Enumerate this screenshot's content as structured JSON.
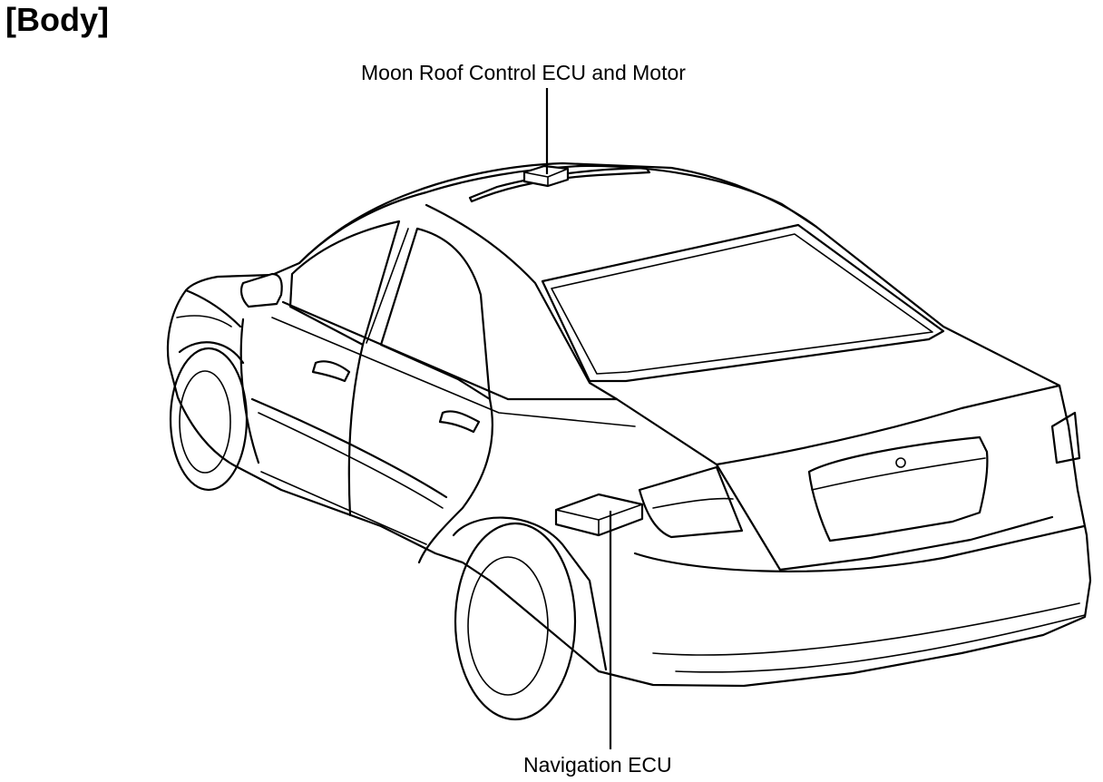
{
  "section_title": "[Body]",
  "callouts": {
    "moon_roof": "Moon Roof Control ECU and Motor",
    "navigation": "Navigation ECU"
  }
}
